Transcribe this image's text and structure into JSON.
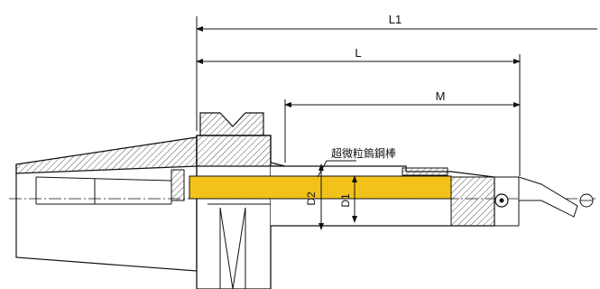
{
  "drawing": {
    "label_l1": "L1",
    "label_l": "L",
    "label_m": "M",
    "label_d2": "D2",
    "label_d1": "D1",
    "label_rod": "超微粒鎢鋼棒",
    "rod_color": "#f2c21a",
    "line_color": "#111111",
    "hatch_color": "#555555"
  }
}
